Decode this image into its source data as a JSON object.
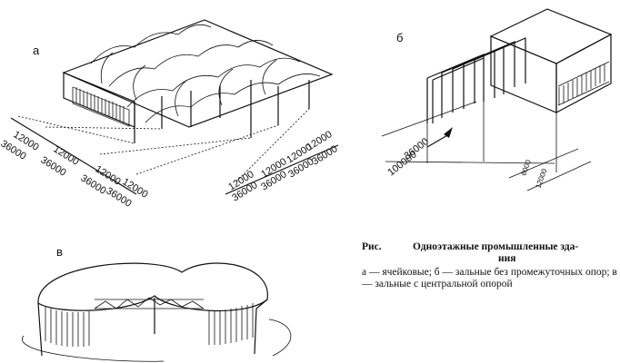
{
  "panel_labels": {
    "a": "а",
    "b": "б",
    "v": "в"
  },
  "caption": {
    "lead": "Рис.",
    "title_line1": "Одноэтажные промышленные зда-",
    "title_line2": "ния",
    "body": "а — ячейковые; б — зальные без промежуточных опор; в — зальные с центральной опорой"
  },
  "dims_a": {
    "left_12000": "12000",
    "left_36000": "36000",
    "mid_12000": "12000",
    "mid_36000": "36000",
    "c_12000": "12000",
    "c_36000": "36000",
    "d_12000": "12000",
    "d_36000": "36000",
    "r1_12000": "12000",
    "r1_36000": "36000",
    "r2_12000": "12000",
    "r2_36000": "36000",
    "r3_12000": "12000",
    "r3_36000": "36000",
    "r4_12000": "12000",
    "r4_36000": "36000"
  },
  "dims_b": {
    "span": "36000",
    "length": "100000",
    "bay": "6000",
    "bay2": "12000"
  }
}
